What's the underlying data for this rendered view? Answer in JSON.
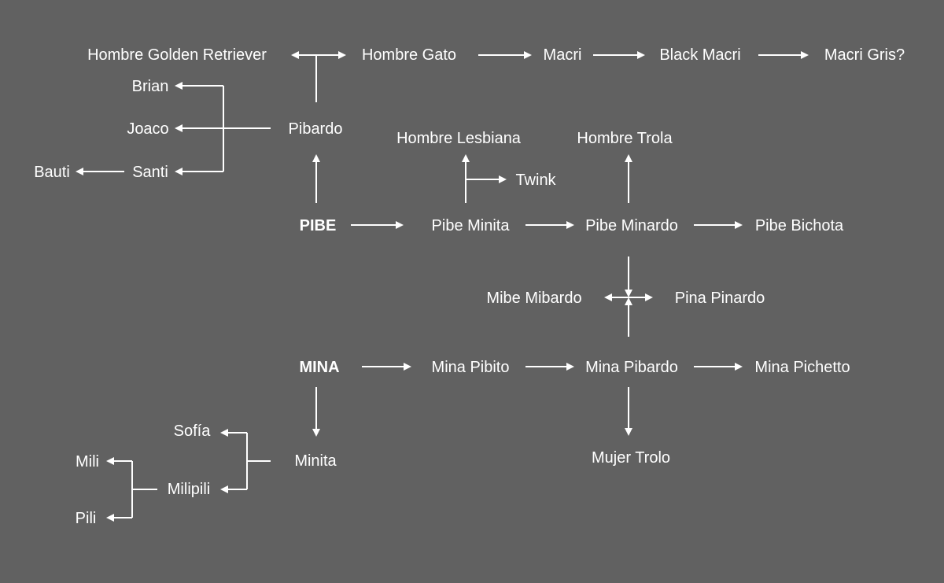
{
  "colors": {
    "background": "#616161",
    "foreground": "#ffffff"
  },
  "nodes": {
    "hombre_golden_retriever": "Hombre Golden Retriever",
    "hombre_gato": "Hombre Gato",
    "macri": "Macri",
    "black_macri": "Black Macri",
    "macri_gris": "Macri Gris?",
    "brian": "Brian",
    "joaco": "Joaco",
    "bauti": "Bauti",
    "santi": "Santi",
    "pibardo": "Pibardo",
    "hombre_lesbiana": "Hombre Lesbiana",
    "hombre_trola": "Hombre Trola",
    "twink": "Twink",
    "pibe": "PIBE",
    "pibe_minita": "Pibe Minita",
    "pibe_minardo": "Pibe Minardo",
    "pibe_bichota": "Pibe Bichota",
    "mibe_mibardo": "Mibe Mibardo",
    "pina_pinardo": "Pina Pinardo",
    "mina": "MINA",
    "mina_pibito": "Mina Pibito",
    "mina_pibardo": "Mina Pibardo",
    "mina_pichetto": "Mina Pichetto",
    "sofia": "Sofía",
    "minita": "Minita",
    "mujer_trolo": "Mujer Trolo",
    "mili": "Mili",
    "milipili": "Milipili",
    "pili": "Pili"
  },
  "edges": [
    {
      "from": "hombre_golden_retriever",
      "to": "hombre_gato",
      "bidirectional": true
    },
    {
      "from": "pibardo",
      "to": "hombre_golden_retriever"
    },
    {
      "from": "hombre_gato",
      "to": "macri"
    },
    {
      "from": "macri",
      "to": "black_macri"
    },
    {
      "from": "black_macri",
      "to": "macri_gris"
    },
    {
      "from": "pibardo",
      "to": [
        "brian",
        "joaco",
        "santi"
      ]
    },
    {
      "from": "santi",
      "to": "bauti"
    },
    {
      "from": "pibe",
      "to": "pibardo"
    },
    {
      "from": "pibe",
      "to": "pibe_minita"
    },
    {
      "from": "pibe_minita",
      "to": "hombre_lesbiana"
    },
    {
      "from": "pibe_minita",
      "to": "twink"
    },
    {
      "from": "pibe_minita",
      "to": "pibe_minardo"
    },
    {
      "from": "pibe_minardo",
      "to": "hombre_trola"
    },
    {
      "from": "pibe_minardo",
      "to": "pibe_bichota"
    },
    {
      "from": "pibe_minardo",
      "to": [
        "mibe_mibardo",
        "pina_pinardo"
      ]
    },
    {
      "from": "mina_pibardo",
      "to": [
        "mibe_mibardo",
        "pina_pinardo"
      ]
    },
    {
      "from": "mina",
      "to": "mina_pibito"
    },
    {
      "from": "mina_pibito",
      "to": "mina_pibardo"
    },
    {
      "from": "mina_pibardo",
      "to": "mina_pichetto"
    },
    {
      "from": "mina_pibardo",
      "to": "mujer_trolo"
    },
    {
      "from": "mina",
      "to": "minita"
    },
    {
      "from": "minita",
      "to": [
        "sofia",
        "milipili"
      ]
    },
    {
      "from": "milipili",
      "to": [
        "mili",
        "pili"
      ]
    }
  ]
}
